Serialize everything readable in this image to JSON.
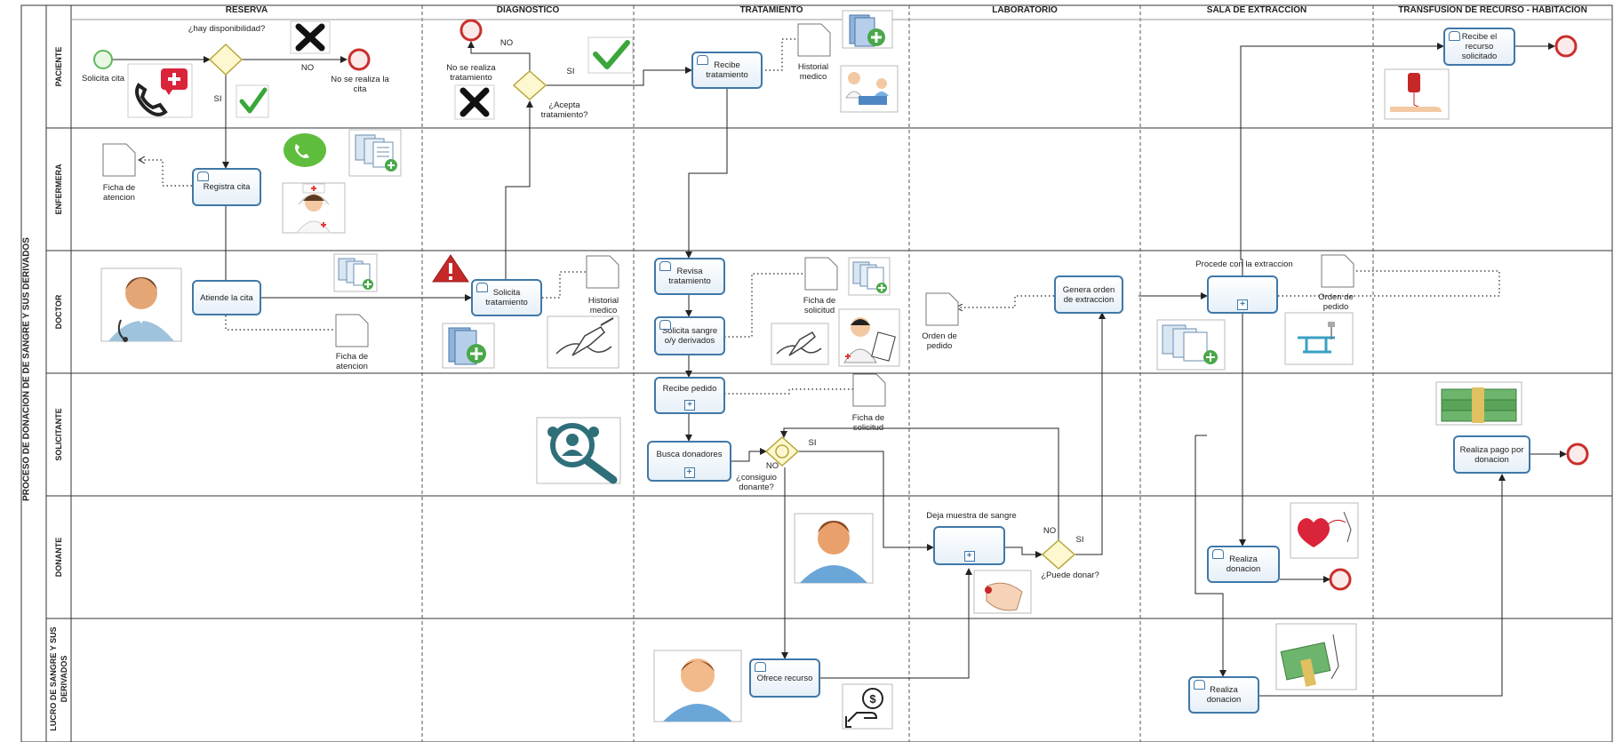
{
  "process_title": "PROCESO DE DONACION DE DE SANGRE Y SUS DERIVADOS",
  "phases": [
    "RESERVA",
    "DIAGNOSTICO",
    "TRATAMIENTO",
    "LABORATORIO",
    "SALA DE EXTRACCION",
    "TRANSFUSION DE RECURSO - HABITACION"
  ],
  "lanes": [
    "PACIENTE",
    "ENFERMERA",
    "DOCTOR",
    "SOLICITANTE",
    "DONANTE",
    "LUCRO DE SANGRE Y SUS DERIVADOS"
  ],
  "tasks": {
    "registra_cita": "Registra cita",
    "atiende_cita": "Atiende la cita",
    "solicita_tratamiento": "Solicita tratamiento",
    "recibe_tratamiento": "Recibe tratamiento",
    "revisa_tratamiento": "Revisa tratamiento",
    "solicita_sangre": "Solicita sangre o/y derivados",
    "recibe_pedido": "Recibe pedido",
    "busca_donadores": "Busca donadores",
    "ofrece_recurso": "Ofrece recurso",
    "deja_muestra": "Deja muestra de sangre",
    "genera_orden": "Genera orden de extraccion",
    "procede_extraccion": "Procede con la extraccion",
    "realiza_donacion_donante": "Realiza donacion",
    "realiza_donacion_lucro": "Realiza donacion",
    "recibe_recurso": "Recibe el recurso solicitado",
    "realiza_pago": "Realiza pago por donacion"
  },
  "events": {
    "solicita_cita": "Solicita cita",
    "no_se_realiza_cita": "No se realiza la cita",
    "no_se_realiza_tratamiento": "No se realiza tratamiento"
  },
  "gateways": {
    "hay_disponibilidad": "¿hay disponibilidad?",
    "acepta_tratamiento": "¿Acepta tratamiento?",
    "consiguio_donante": "¿consiguio donante?",
    "puede_donar": "¿Puede donar?"
  },
  "flow_labels": {
    "si": "SI",
    "no": "NO"
  },
  "documents": {
    "ficha_atencion_1": "Ficha de atencion",
    "ficha_atencion_2": "Ficha de atencion",
    "historial_medico_1": "Historial medico",
    "historial_medico_2": "Historial medico",
    "ficha_solicitud_1": "Ficha de solicitud",
    "ficha_solicitud_2": "Ficha de solicitud",
    "orden_pedido_1": "Orden de pedido",
    "orden_pedido_2": "Orden de pedido"
  },
  "colors": {
    "task_border": "#3f78a8",
    "start_event": "#5cb85c",
    "end_event": "#c9302c",
    "gateway": "#d4c24a",
    "check": "#3aa63a"
  }
}
